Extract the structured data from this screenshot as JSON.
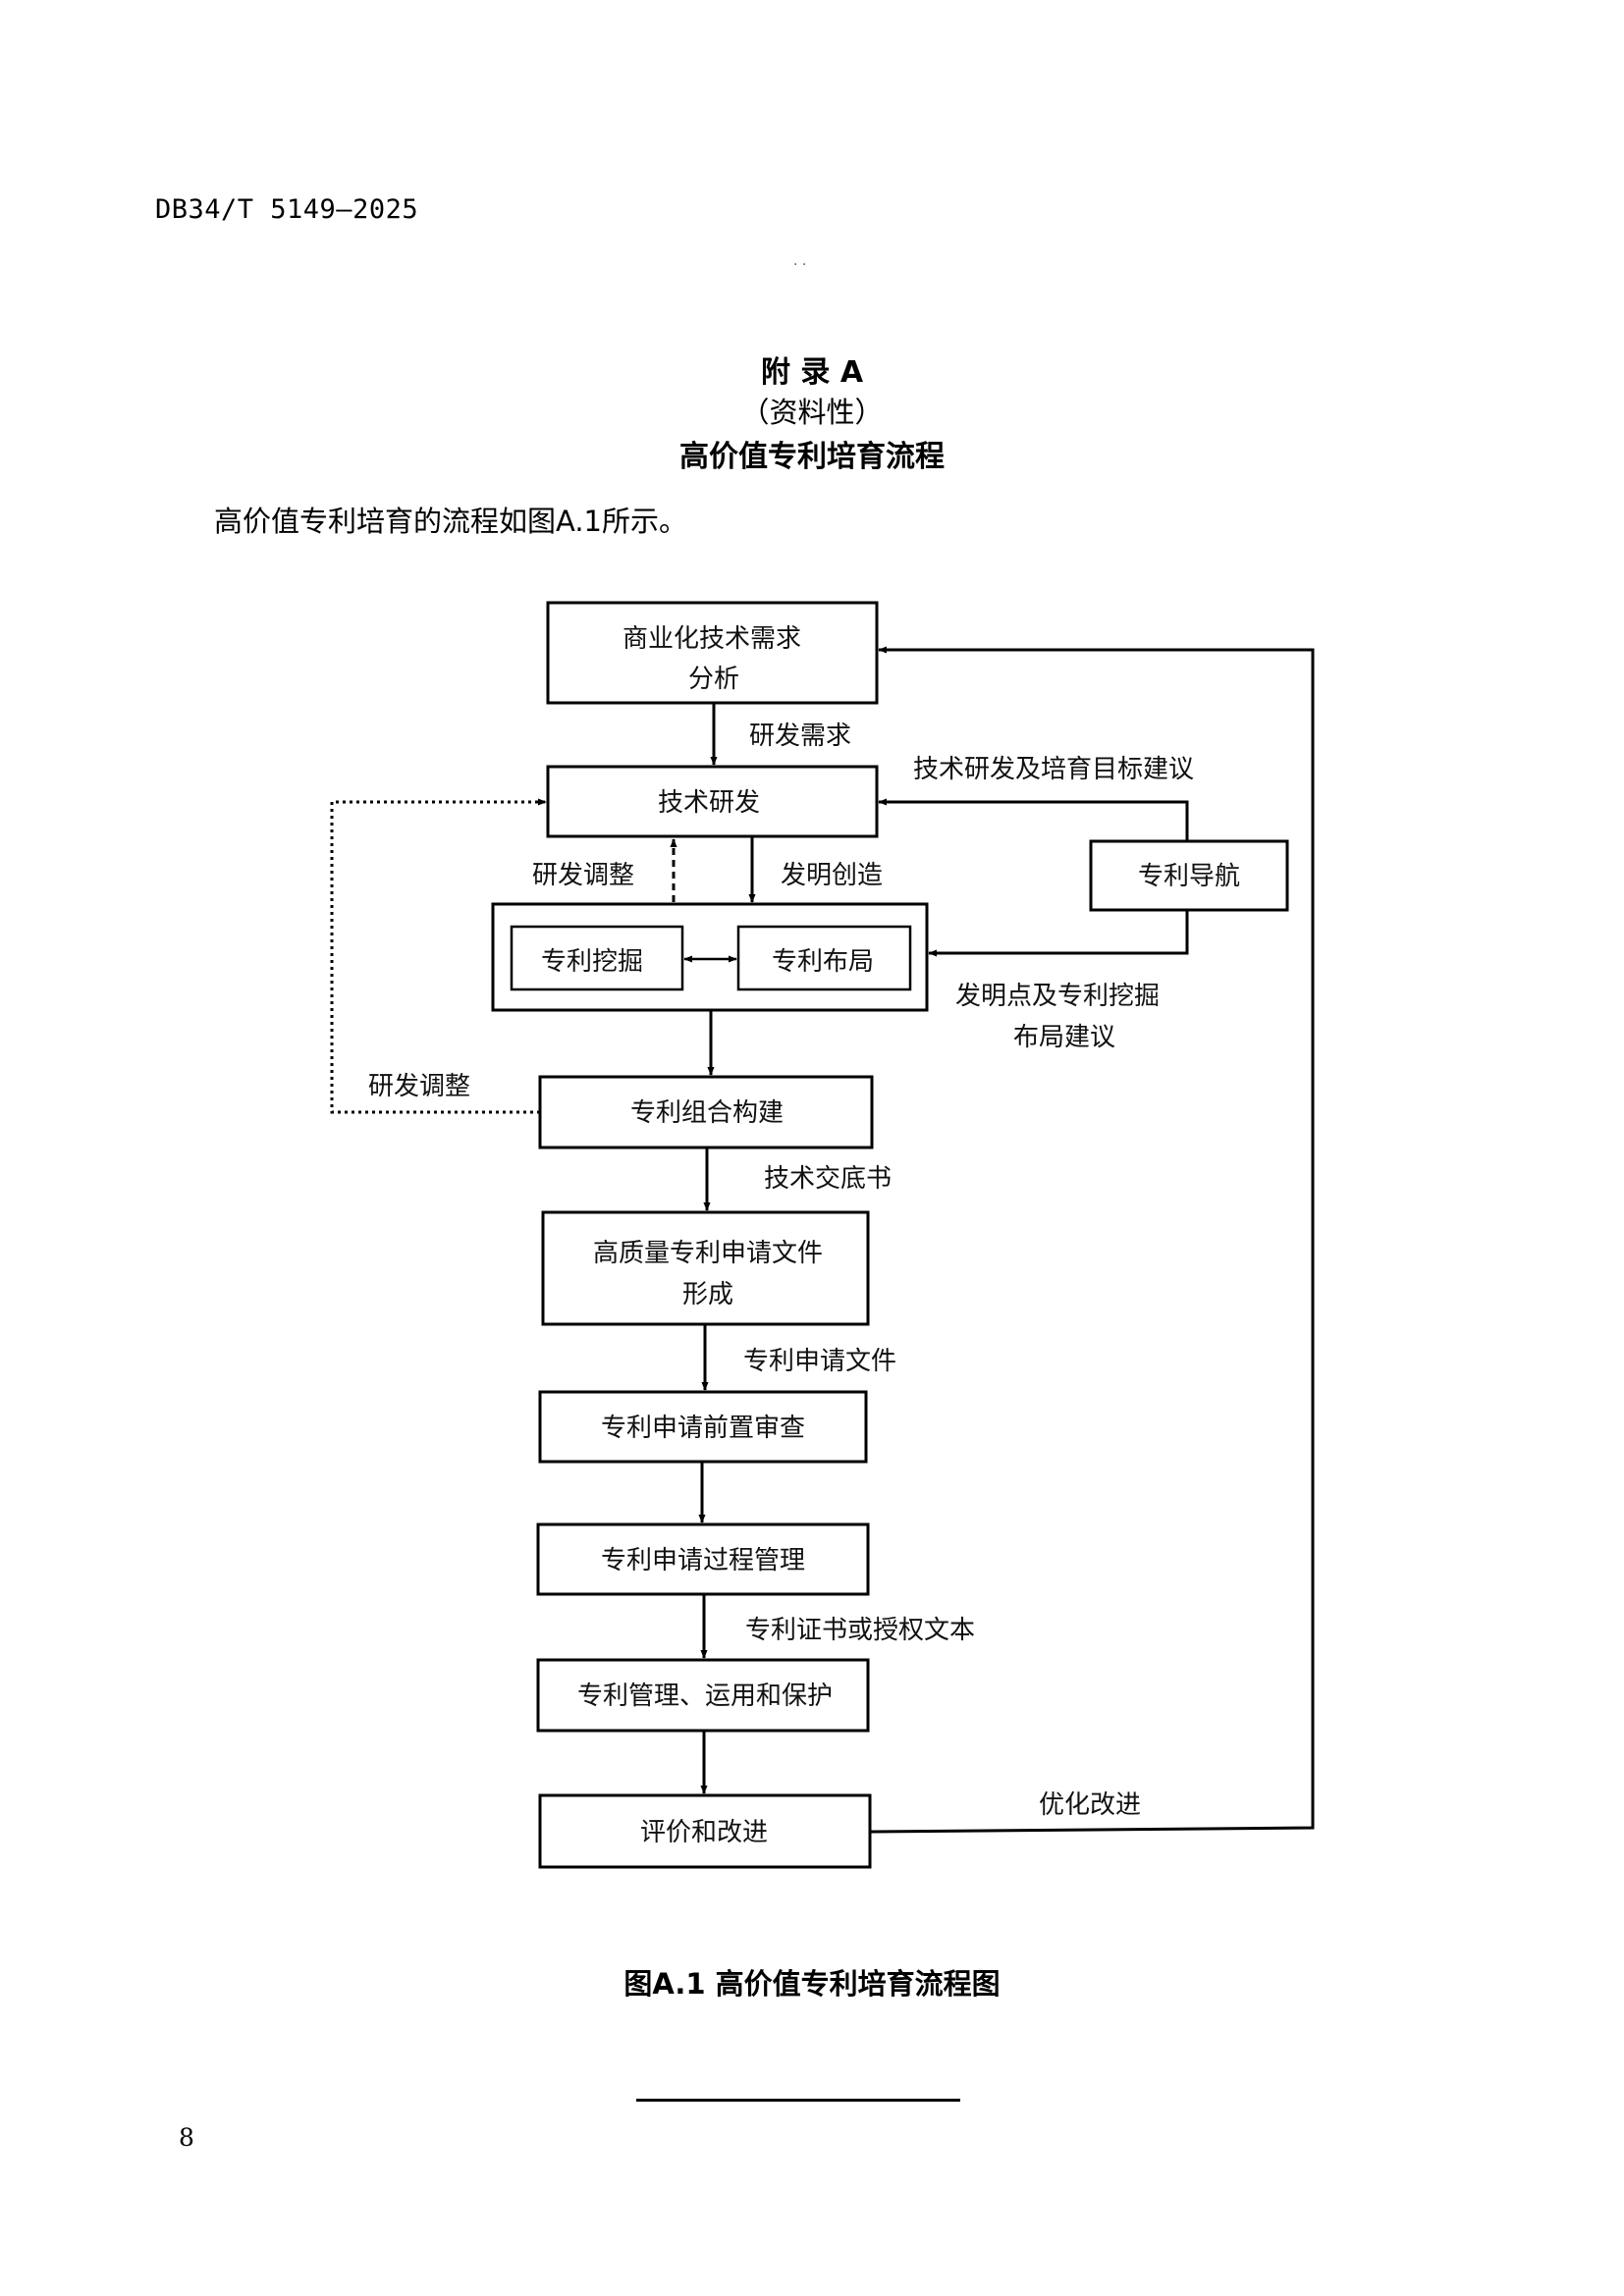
{
  "header": {
    "doc_code": "DB34/T 5149—2025",
    "dots": "· ·"
  },
  "appendix": {
    "title": "附 录 A",
    "type": "（资料性）",
    "heading": "高价值专利培育流程"
  },
  "intro": "高价值专利培育的流程如图A.1所示。",
  "flow": {
    "nodes": {
      "commercial_demand": [
        "商业化技术需求",
        "分析"
      ],
      "tech_rd": "技术研发",
      "patent_nav": "专利导航",
      "patent_mining": "专利挖掘",
      "patent_layout": "专利布局",
      "portfolio": "专利组合构建",
      "application_docs": [
        "高质量专利申请文件",
        "形成"
      ],
      "pre_review": "专利申请前置审查",
      "process_mgmt": "专利申请过程管理",
      "mgmt_use_protect": "专利管理、运用和保护",
      "evaluate": "评价和改进"
    },
    "labels": {
      "rd_demand": "研发需求",
      "rd_target_suggest": "技术研发及培育目标建议",
      "rd_adjust_1": "研发调整",
      "invention": "发明创造",
      "invention_points": [
        "发明点及专利挖掘",
        "布局建议"
      ],
      "rd_adjust_2": "研发调整",
      "disclosure": "技术交底书",
      "app_files": "专利申请文件",
      "certificate": "专利证书或授权文本",
      "optimize": "优化改进"
    }
  },
  "caption": "图A.1 高价值专利培育流程图",
  "page_number": "8"
}
